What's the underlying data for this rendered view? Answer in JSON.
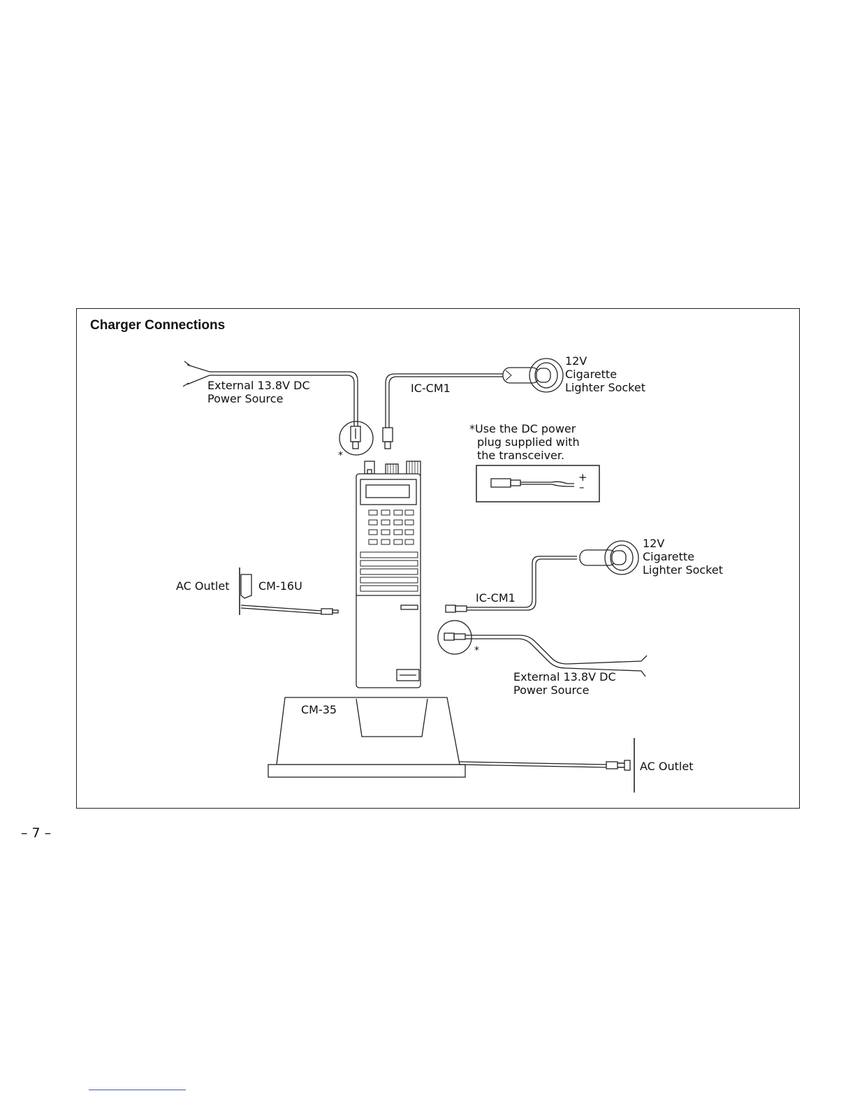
{
  "title": "Charger Connections",
  "page_number": "– 7 –",
  "labels": {
    "ext_dc_top_l1": "External 13.8V DC",
    "ext_dc_top_l2": "Power Source",
    "ic_cm1_top": "IC-CM1",
    "socket_top_l1": "12V",
    "socket_top_l2": "Cigarette",
    "socket_top_l3": "Lighter Socket",
    "note_l1": "*Use the DC power",
    "note_l2": "plug supplied with",
    "note_l3": "the transceiver.",
    "plus": "+",
    "minus": "–",
    "asterisk_top": "*",
    "socket_right_l1": "12V",
    "socket_right_l2": "Cigarette",
    "socket_right_l3": "Lighter Socket",
    "ac_outlet_left": "AC Outlet",
    "cm16u": "CM-16U",
    "ic_cm1_right": "IC-CM1",
    "asterisk_right": "*",
    "ext_dc_right_l1": "External 13.8V DC",
    "ext_dc_right_l2": "Power Source",
    "cm35": "CM-35",
    "ac_outlet_bottom": "AC Outlet"
  }
}
